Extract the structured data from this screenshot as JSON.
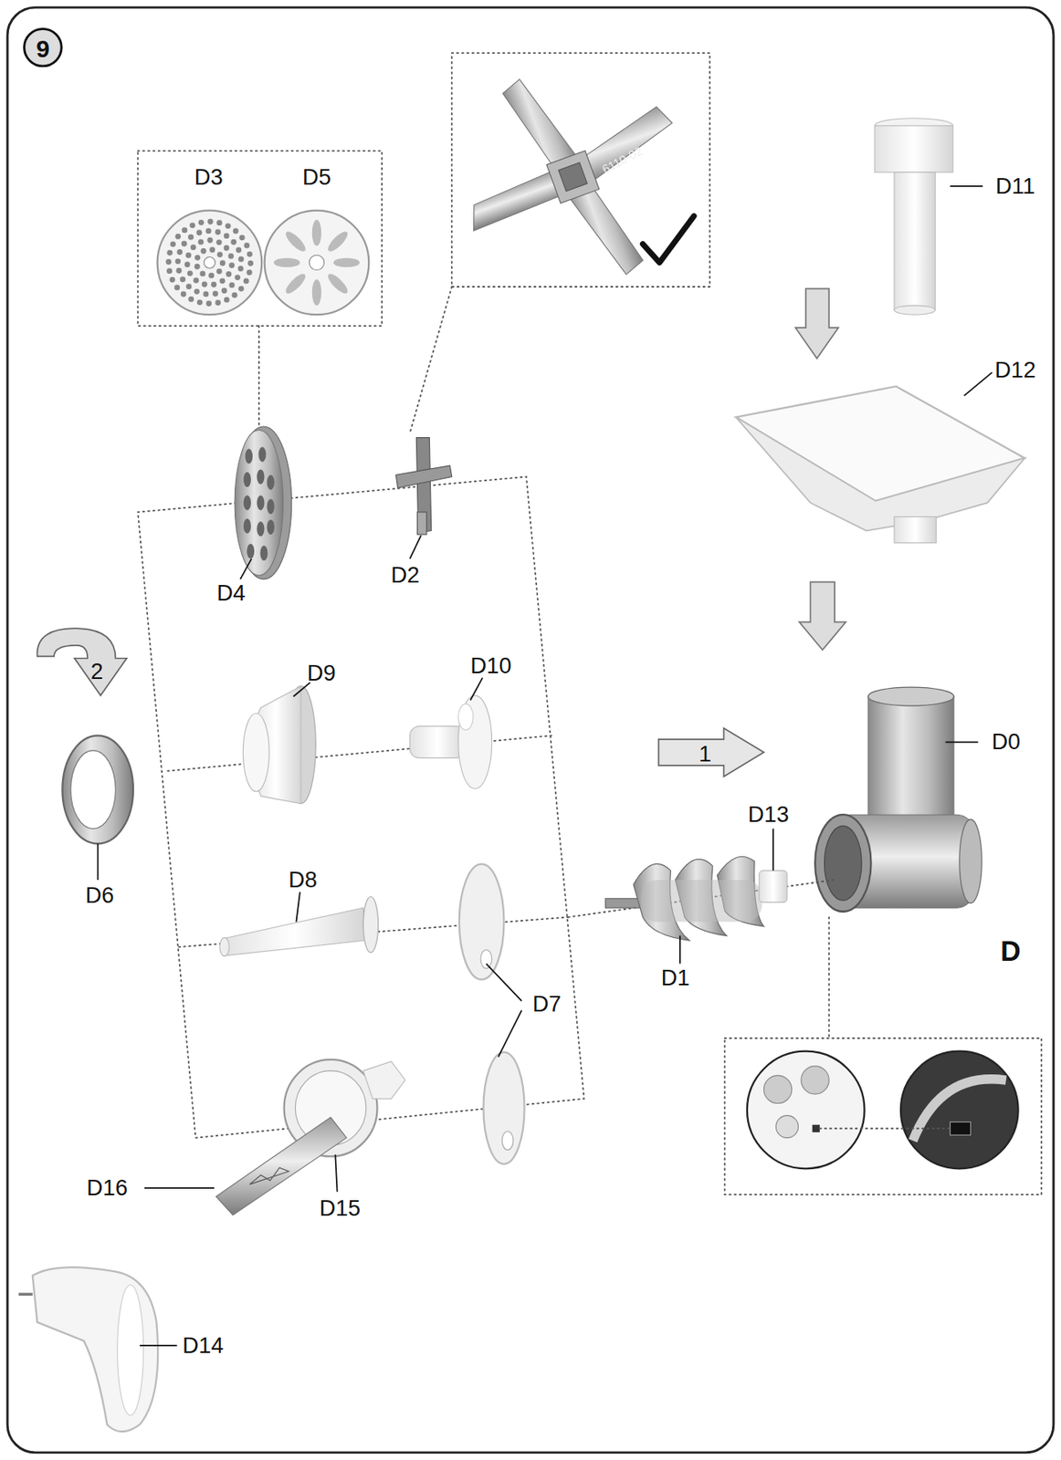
{
  "diagram": {
    "nodes": [
      {
        "text": [
          "9"
        ]
      },
      {
        "text": [
          "2"
        ]
      },
      {
        "text": [
          "1"
        ]
      }
    ],
    "labels": [
      "D3",
      "D5",
      "6110-02",
      "D11",
      "D12",
      "D4",
      "D2",
      "D9",
      "D10",
      "D0",
      "D13",
      "D6",
      "D8",
      "D7",
      "D1",
      "D16",
      "D15",
      "D14",
      "D"
    ]
  }
}
